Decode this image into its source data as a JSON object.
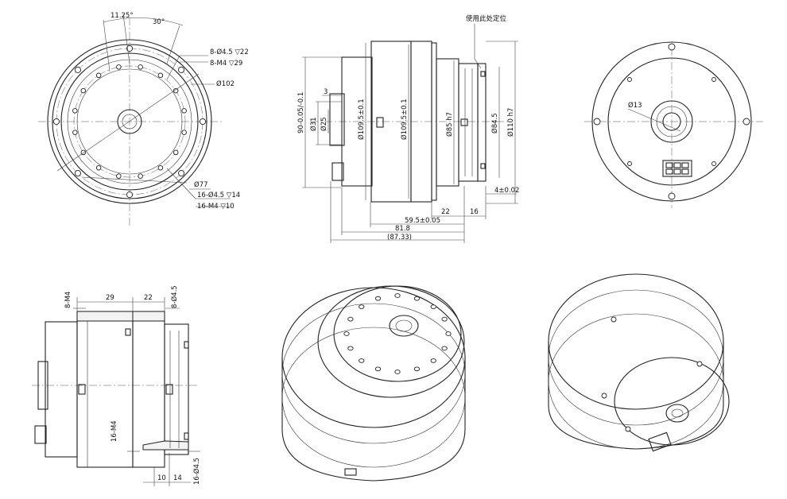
{
  "front_view": {
    "angle_a": "11.25°",
    "angle_b": "30°",
    "holes_outer_thru": "8-Ø4.5 ▽22",
    "holes_outer_tap": "8-M4 ▽29",
    "dia_outer_pcd": "Ø102",
    "dia_inner_pcd": "Ø77",
    "holes_inner_thru": "16-Ø4.5 ▽14",
    "holes_inner_tap": "16-M4 ▽10"
  },
  "side_view": {
    "note": "使用此处定位",
    "dim_3": "3",
    "dim_90": "90-0.05/-0.1",
    "dim_31": "Ø31",
    "dim_25": "Ø25",
    "dim_109a": "Ø109.5±0.1",
    "dim_109b": "Ø109.5±0.1",
    "dim_85": "Ø85 h7",
    "dim_84": "Ø84.5",
    "dim_110": "Ø110 h7",
    "dim_4": "4±0.02",
    "dim_22": "22",
    "dim_16": "16",
    "dim_59": "59.5±0.05",
    "dim_81": "81.8",
    "dim_87": "(87.33)"
  },
  "rear_view": {
    "dia_13": "Ø13"
  },
  "section_view": {
    "holes_top_left": "8-M4",
    "holes_top_right": "8-Ø4.5",
    "dim_29": "29",
    "dim_22": "22",
    "holes_low_left": "16-M4",
    "holes_low_right": "16-Ø4.5",
    "dim_10": "10",
    "dim_14": "14"
  }
}
